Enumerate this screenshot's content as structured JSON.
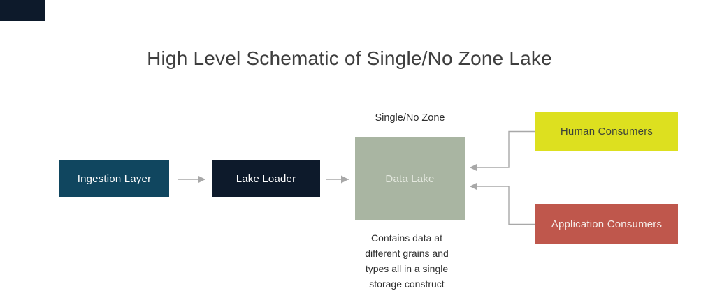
{
  "title": "High Level Schematic of Single/No Zone Lake",
  "diagram": {
    "zone_label": "Single/No Zone",
    "caption": "Contains data at different grains and types all in a single storage construct",
    "nodes": {
      "ingestion": {
        "label": "Ingestion Layer",
        "color": "#10465f",
        "text_color": "#ffffff"
      },
      "loader": {
        "label": "Lake Loader",
        "color": "#0d1a2b",
        "text_color": "#ffffff"
      },
      "lake": {
        "label": "Data Lake",
        "color": "#a9b5a2",
        "text_color": "#e4e8df"
      },
      "human": {
        "label": "Human Consumers",
        "color": "#dde01f",
        "text_color": "#3d4339"
      },
      "application": {
        "label": "Application Consumers",
        "color": "#bf574c",
        "text_color": "#f5ece9"
      }
    },
    "connector_color": "#a8a8a8",
    "corner_accent_color": "#0d1a2b"
  }
}
